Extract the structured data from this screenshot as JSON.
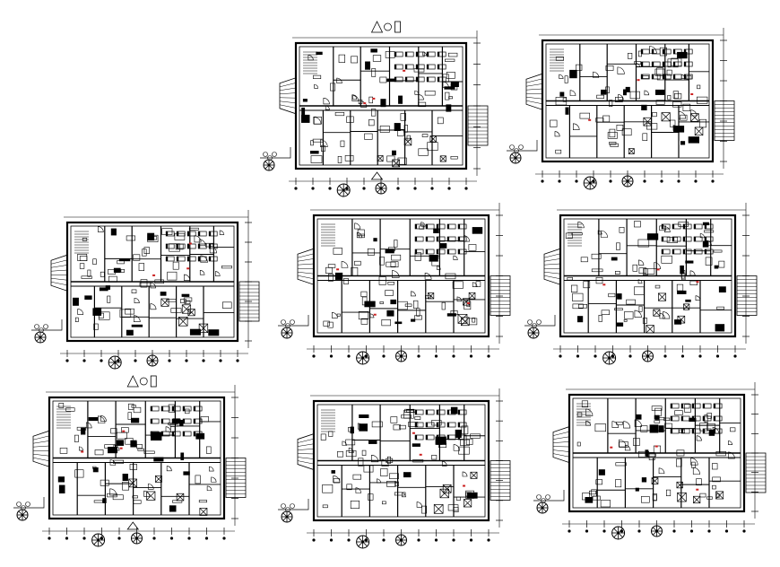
{
  "sheet": {
    "background": "#ffffff",
    "ink_color": "#000000",
    "accent_color": "#cc2222"
  },
  "plans": [
    {
      "id": "plan-1",
      "variant": "a",
      "has_north_marker": true
    },
    {
      "id": "plan-2",
      "variant": "b",
      "has_north_marker": false
    },
    {
      "id": "plan-3",
      "variant": "c",
      "has_north_marker": false
    },
    {
      "id": "plan-4",
      "variant": "d",
      "has_north_marker": false
    },
    {
      "id": "plan-5",
      "variant": "e",
      "has_north_marker": false
    },
    {
      "id": "plan-6",
      "variant": "a",
      "has_north_marker": true
    },
    {
      "id": "plan-7",
      "variant": "b",
      "has_north_marker": false
    },
    {
      "id": "plan-8",
      "variant": "c",
      "has_north_marker": false
    }
  ]
}
